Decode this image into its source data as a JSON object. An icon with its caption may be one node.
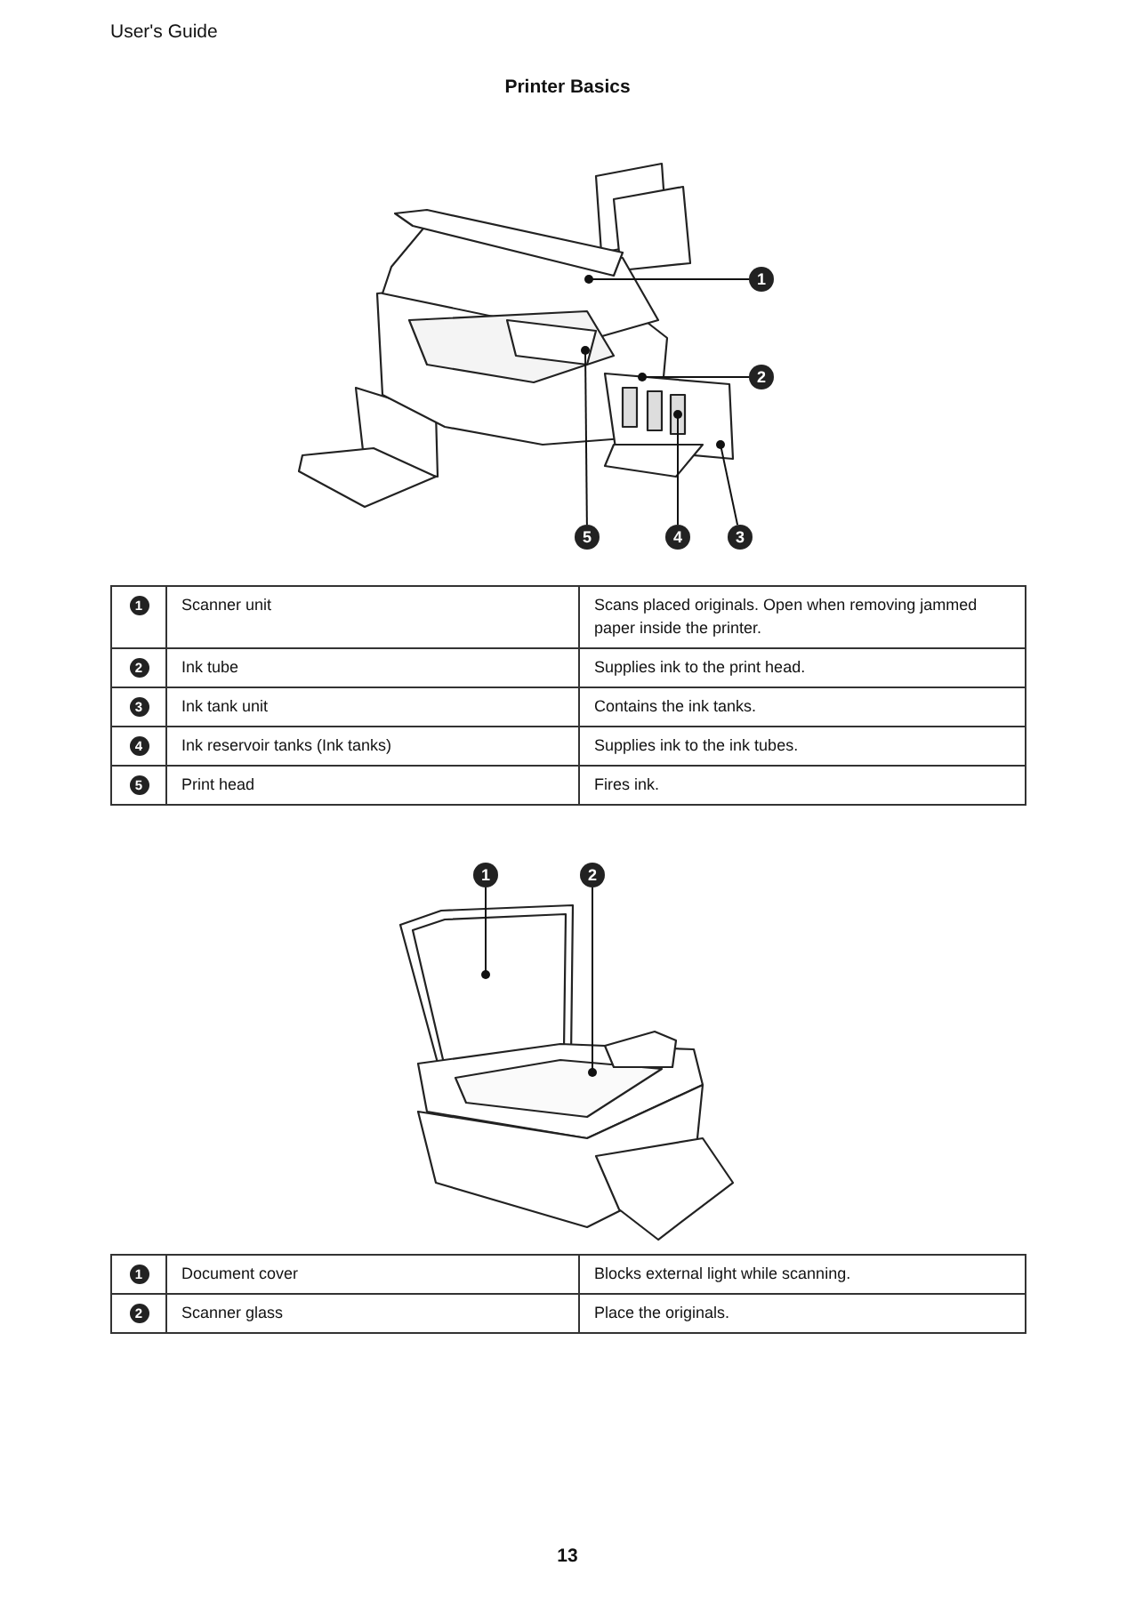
{
  "diagram": {
    "title": "Printer Basics",
    "nodes": [
      {
        "text": [
          "1"
        ]
      },
      {
        "text": [
          "2"
        ]
      },
      {
        "text": [
          "5"
        ]
      },
      {
        "text": [
          "4"
        ]
      },
      {
        "text": [
          "3"
        ]
      },
      {
        "text": [
          "1"
        ]
      },
      {
        "text": [
          "2"
        ]
      }
    ],
    "edges": [
      {
        "from": 0,
        "to": null,
        "arrow": "other"
      },
      {
        "from": 1,
        "to": null,
        "arrow": "other"
      },
      {
        "from": 2,
        "to": null,
        "arrow": "other"
      },
      {
        "from": 3,
        "to": null,
        "arrow": "other"
      },
      {
        "from": 4,
        "to": null,
        "arrow": "other"
      },
      {
        "from": 5,
        "to": null,
        "arrow": "other"
      },
      {
        "from": 6,
        "to": null,
        "arrow": "other"
      }
    ],
    "labels": [
      "User's Guide",
      "1",
      "Scanner unit",
      "Scans placed originals. Open when removing jammed paper inside the printer.",
      "2",
      "Ink tube",
      "Supplies ink to the print head.",
      "3",
      "Ink tank unit",
      "Contains the ink tanks.",
      "4",
      "Ink reservoir tanks (Ink tanks)",
      "Supplies ink to the ink tubes.",
      "5",
      "Print head",
      "Fires ink.",
      "1",
      "Document cover",
      "Blocks external light while scanning.",
      "2",
      "Scanner glass",
      "Place the originals.",
      "13"
    ]
  }
}
